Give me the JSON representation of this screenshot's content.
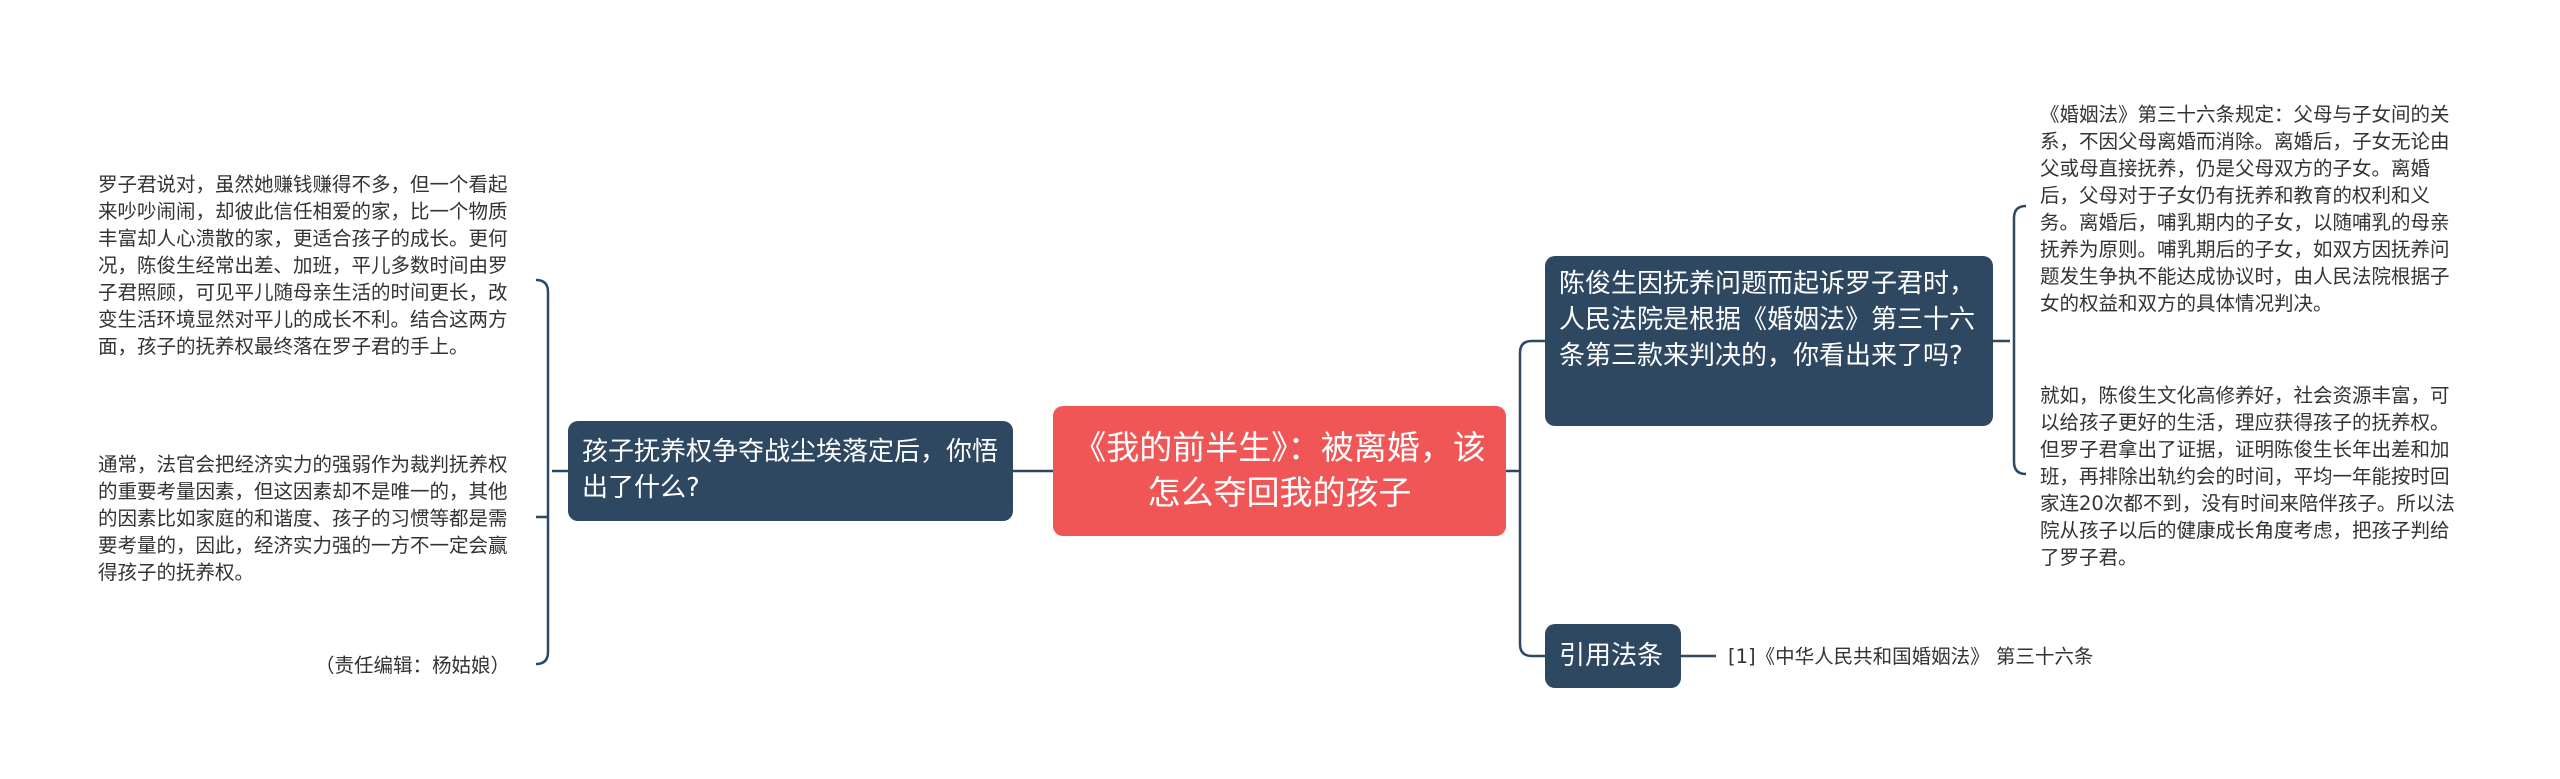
{
  "root": {
    "title": "《我的前半生》：被离婚，该怎么夺回我的孩子"
  },
  "left_branch": {
    "label": "孩子抚养权争夺战尘埃落定后，你悟出了什么?",
    "leaves": [
      "罗子君说对，虽然她赚钱赚得不多，但一个看起来吵吵闹闹，却彼此信任相爱的家，比一个物质丰富却人心溃散的家，更适合孩子的成长。更何况，陈俊生经常出差、加班，平儿多数时间由罗子君照顾，可见平儿随母亲生活的时间更长，改变生活环境显然对平儿的成长不利。结合这两方面，孩子的抚养权最终落在罗子君的手上。",
      "通常，法官会把经济实力的强弱作为裁判抚养权的重要考量因素，但这因素却不是唯一的，其他的因素比如家庭的和谐度、孩子的习惯等都是需要考量的，因此，经济实力强的一方不一定会赢得孩子的抚养权。",
      "（责任编辑：杨姑娘）"
    ]
  },
  "right_branch": {
    "label": "陈俊生因抚养问题而起诉罗子君时，人民法院是根据《婚姻法》第三十六条第三款来判决的，你看出来了吗?",
    "leaves": [
      "《婚姻法》第三十六条规定：父母与子女间的关系，不因父母离婚而消除。离婚后，子女无论由父或母直接抚养，仍是父母双方的子女。离婚后，父母对于子女仍有抚养和教育的权利和义务。离婚后，哺乳期内的子女，以随哺乳的母亲抚养为原则。哺乳期后的子女，如双方因抚养问题发生争执不能达成协议时，由人民法院根据子女的权益和双方的具体情况判决。",
      "就如，陈俊生文化高修养好，社会资源丰富，可以给孩子更好的生活，理应获得孩子的抚养权。但罗子君拿出了证据，证明陈俊生长年出差和加班，再排除出轨约会的时间，平均一年能按时回家连20次都不到，没有时间来陪伴孩子。所以法院从孩子以后的健康成长角度考虑，把孩子判给了罗子君。"
    ]
  },
  "law_branch": {
    "label": "引用法条",
    "leaf": "[1]《中华人民共和国婚姻法》 第三十六条"
  },
  "colors": {
    "root_fill": "#f05656",
    "branch_fill": "#2e4862",
    "connector": "#2e4862",
    "leaf_text": "#333333"
  }
}
